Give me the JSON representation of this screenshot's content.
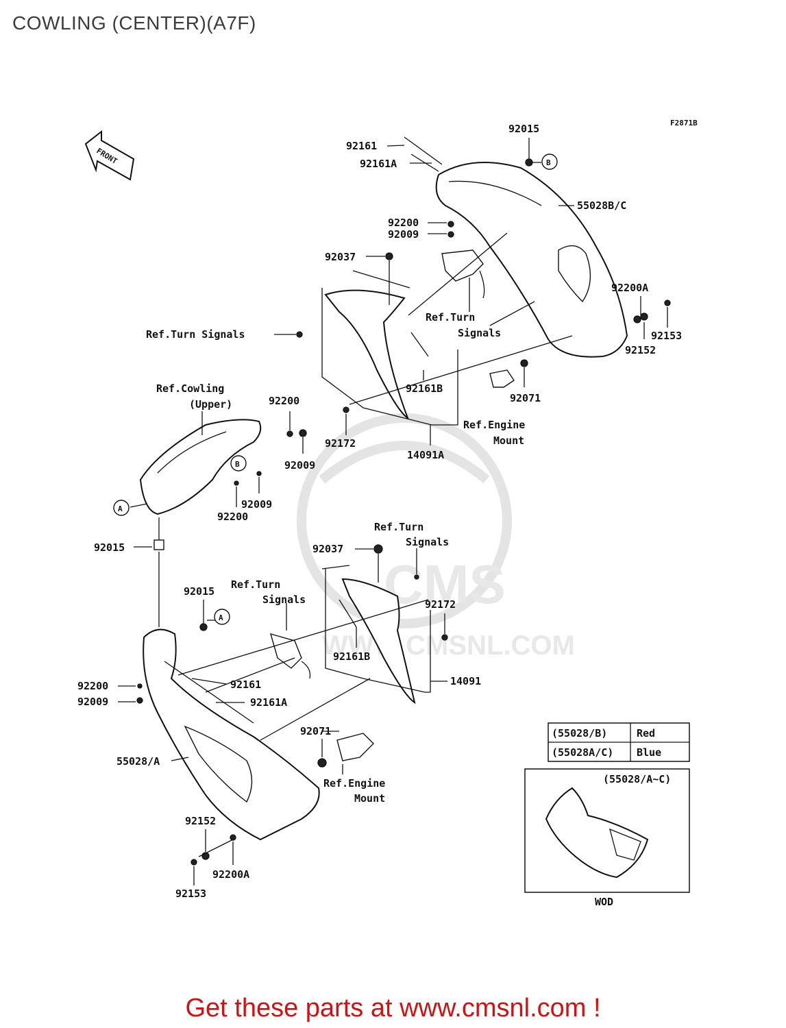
{
  "title": "COWLING (CENTER)(A7F)",
  "figure_code": "F2871B",
  "front_label": "FRONT",
  "watermark": {
    "logo": "CMS",
    "url": "WWW.CMSNL.COM"
  },
  "callout": {
    "a": "A",
    "b": "B"
  },
  "labels": {
    "p92161_top": "92161",
    "p92161A_top": "92161A",
    "p92015_top": "92015",
    "p55028BC": "55028B/C",
    "p92200_top": "92200",
    "p92009_top": "92009",
    "p92037_top": "92037",
    "p92200A_top": "92200A",
    "p92153_top": "92153",
    "p92152_top": "92152",
    "ref_turn_top_1": "Ref.Turn",
    "ref_turn_top_2": "Signals",
    "ref_turn_left": "Ref.Turn Signals",
    "p92161B_top": "92161B",
    "p92071_top": "92071",
    "ref_engine_top_1": "Ref.Engine",
    "ref_engine_top_2": "Mount",
    "ref_cowling_1": "Ref.Cowling",
    "ref_cowling_2": "(Upper)",
    "p92200_mid": "92200",
    "p92009_mid": "92009",
    "p92172_top": "92172",
    "p14091A": "14091A",
    "p92009_mid2": "92009",
    "p92200_mid2": "92200",
    "p92015_mid": "92015",
    "ref_turn_mid_1": "Ref.Turn",
    "ref_turn_mid_2": "Signals",
    "p92037_bot": "92037",
    "p92015_bot": "92015",
    "ref_turn_bot_1": "Ref.Turn",
    "ref_turn_bot_2": "Signals",
    "p92172_bot": "92172",
    "p92161B_bot": "92161B",
    "p14091": "14091",
    "p92200_bot": "92200",
    "p92009_bot": "92009",
    "p92161_bot": "92161",
    "p92161A_bot": "92161A",
    "p92071_bot": "92071",
    "p55028A": "55028/A",
    "ref_engine_bot_1": "Ref.Engine",
    "ref_engine_bot_2": "Mount",
    "p92152_bot": "92152",
    "p92200A_bot": "92200A",
    "p92153_bot": "92153"
  },
  "color_table": {
    "rows": [
      {
        "code": "(55028/B)",
        "color": "Red"
      },
      {
        "code": "(55028A/C)",
        "color": "Blue"
      }
    ]
  },
  "inset": {
    "label": "(55028/A~C)",
    "caption": "WOD"
  },
  "footer_cta": "Get these parts at www.cmsnl.com !"
}
